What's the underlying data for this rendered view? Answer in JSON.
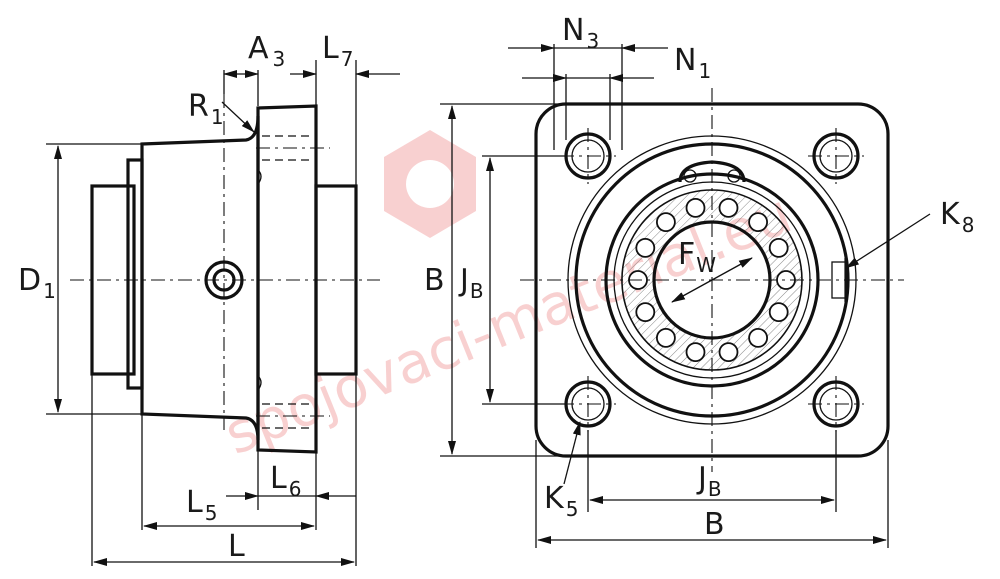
{
  "colors": {
    "line": "#111111",
    "watermark": "#e85a5a",
    "background": "#ffffff"
  },
  "side_view": {
    "A3": {
      "main": "A",
      "sub": "3"
    },
    "L7": {
      "main": "L",
      "sub": "7"
    },
    "R1": {
      "main": "R",
      "sub": "1"
    },
    "D1": {
      "main": "D",
      "sub": "1"
    },
    "L6": {
      "main": "L",
      "sub": "6"
    },
    "L5": {
      "main": "L",
      "sub": "5"
    },
    "L": {
      "main": "L",
      "sub": ""
    }
  },
  "front_view": {
    "N3": {
      "main": "N",
      "sub": "3"
    },
    "N1": {
      "main": "N",
      "sub": "1"
    },
    "K8": {
      "main": "K",
      "sub": "8"
    },
    "B_left": {
      "main": "B",
      "sub": ""
    },
    "JB_left": {
      "main": "J",
      "sub": "B"
    },
    "FW": {
      "main": "F",
      "sub": "W"
    },
    "K5": {
      "main": "K",
      "sub": "5"
    },
    "JB_bottom": {
      "main": "J",
      "sub": "B"
    },
    "B_bottom": {
      "main": "B",
      "sub": ""
    }
  },
  "watermark": {
    "text": "spojovaci-material.eu",
    "logo_icon": "nut-logo-icon"
  }
}
